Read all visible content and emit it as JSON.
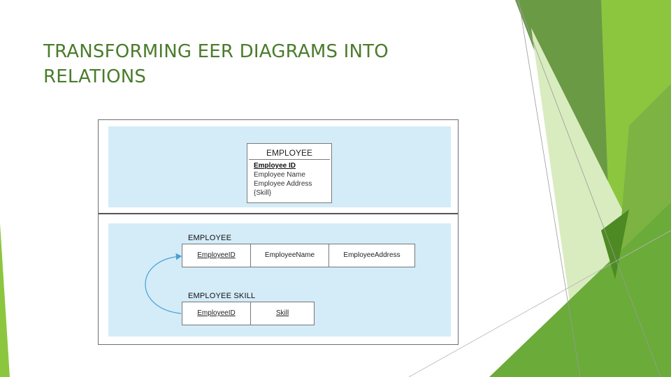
{
  "slide": {
    "title_line1": "TRANSFORMING EER DIAGRAMS INTO",
    "title_line2": "RELATIONS"
  },
  "entity": {
    "name": "EMPLOYEE",
    "attributes": [
      {
        "text": "Employee ID",
        "key": true
      },
      {
        "text": "Employee Name",
        "key": false
      },
      {
        "text": "Employee Address",
        "key": false
      },
      {
        "text": "{Skill}",
        "key": false
      }
    ]
  },
  "relations": [
    {
      "name": "EMPLOYEE",
      "columns": [
        {
          "text": "EmployeeID",
          "key": true
        },
        {
          "text": "EmployeeName",
          "key": false
        },
        {
          "text": "EmployeeAddress",
          "key": false
        }
      ]
    },
    {
      "name": "EMPLOYEE SKILL",
      "columns": [
        {
          "text": "EmployeeID",
          "key": true
        },
        {
          "text": "Skill",
          "key": true
        }
      ]
    }
  ],
  "colors": {
    "title": "#4a7c2c",
    "panel": "#d3ecf8",
    "accent_arrow": "#4a9fd4",
    "green_dark": "#5d8f2c",
    "green_mid": "#7db63a",
    "green_light": "#c8e3a0"
  }
}
